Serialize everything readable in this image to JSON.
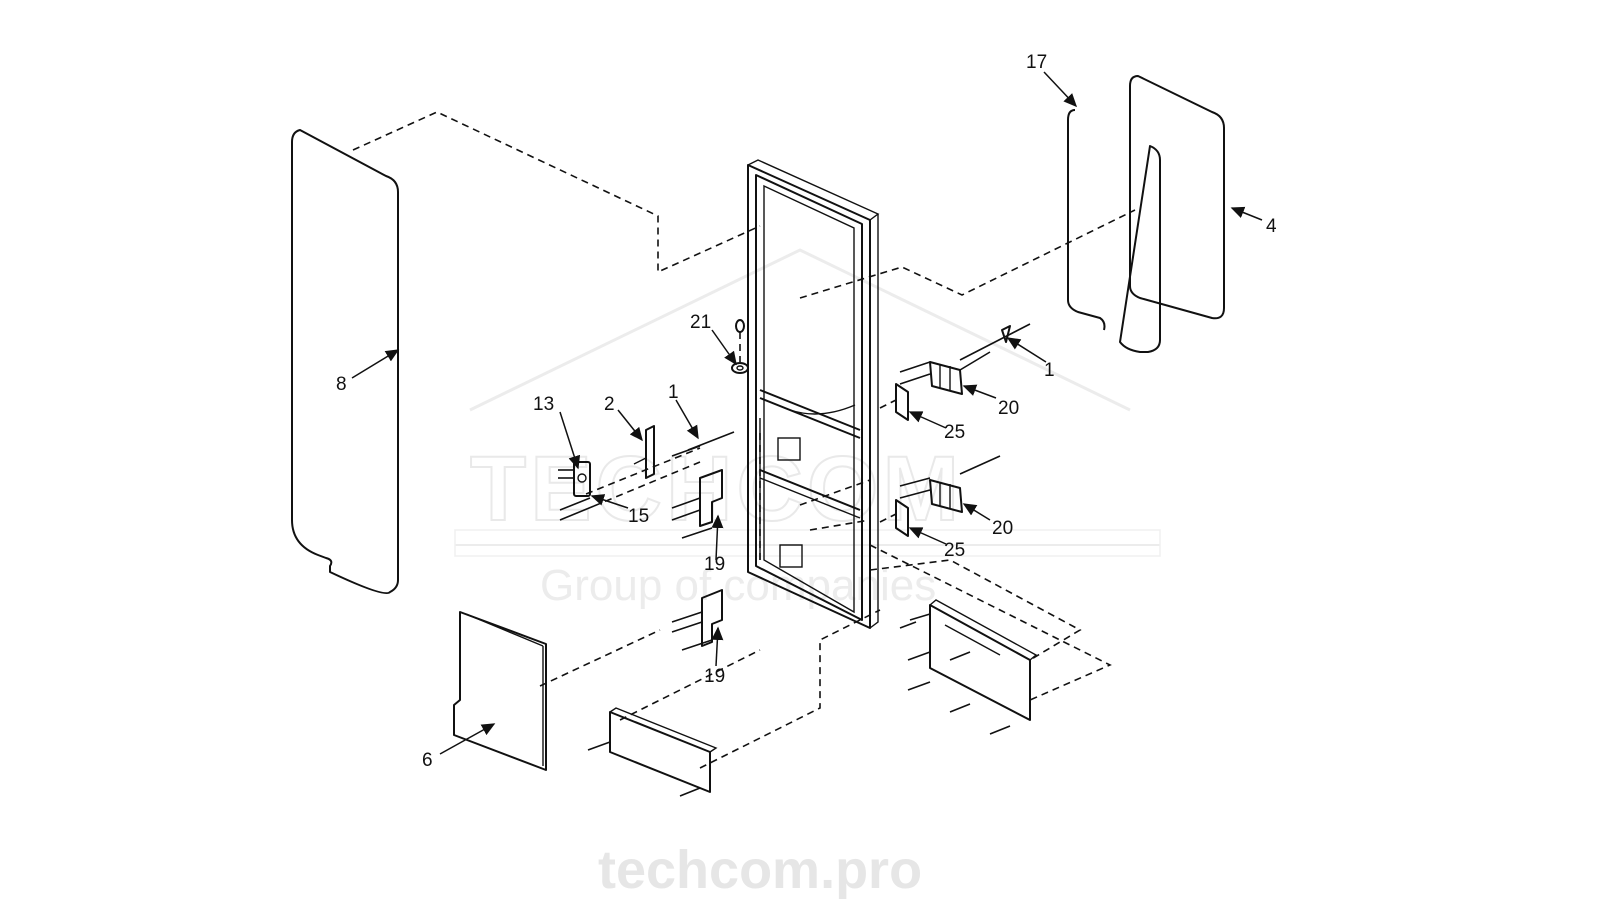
{
  "watermark": {
    "brand": "TECHCOM",
    "tagline": "Group of companies",
    "url": "techcom.pro"
  },
  "callouts": {
    "c1_upper": "1",
    "c1_lower": "1",
    "c2": "2",
    "c4": "4",
    "c6": "6",
    "c8": "8",
    "c13": "13",
    "c15": "15",
    "c17": "17",
    "c19_upper": "19",
    "c19_lower": "19",
    "c20_upper": "20",
    "c20_lower": "20",
    "c21": "21",
    "c25_upper": "25",
    "c25_lower": "25"
  }
}
